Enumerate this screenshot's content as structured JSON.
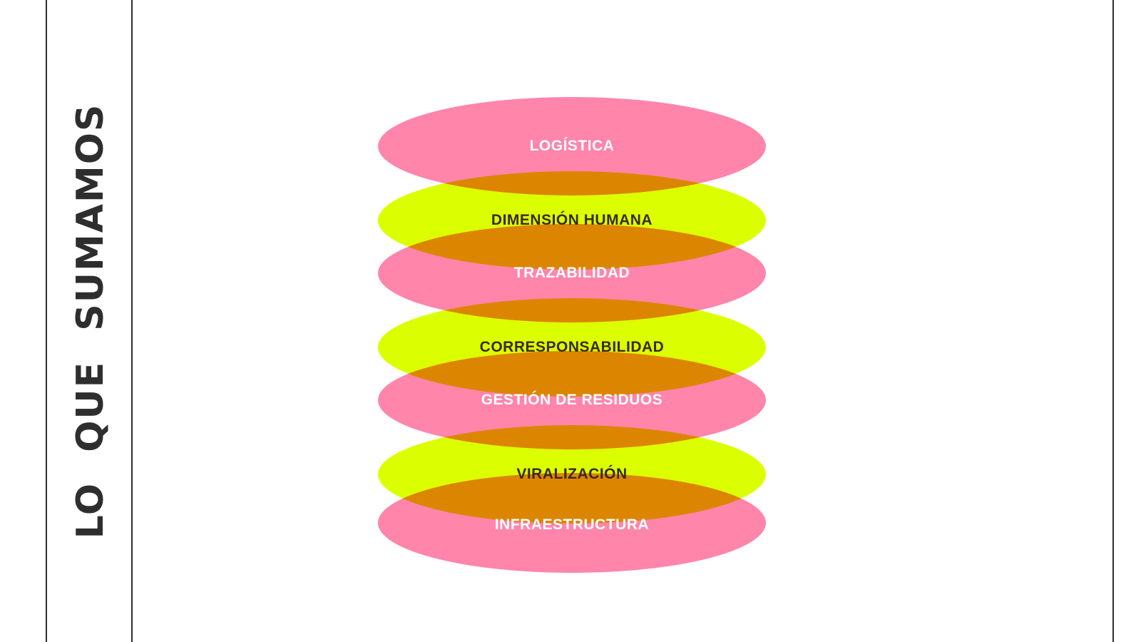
{
  "slide": {
    "title": "LO QUE SUMAMOS"
  },
  "layers": [
    {
      "label": "LOGÍSTICA",
      "color": "pink"
    },
    {
      "label": "DIMENSIÓN HUMANA",
      "color": "lime"
    },
    {
      "label": "TRAZABILIDAD",
      "color": "pink"
    },
    {
      "label": "CORRESPONSABILIDAD",
      "color": "lime"
    },
    {
      "label": "GESTIÓN DE RESIDUOS",
      "color": "pink"
    },
    {
      "label": "VIRALIZACIÓN",
      "color": "lime"
    },
    {
      "label": "INFRAESTRUCTURA",
      "color": "pink"
    }
  ],
  "colors": {
    "pink": "#ff85aa",
    "lime": "#dcff00",
    "overlap": "#ee8433",
    "frame": "#2e2e2e"
  }
}
